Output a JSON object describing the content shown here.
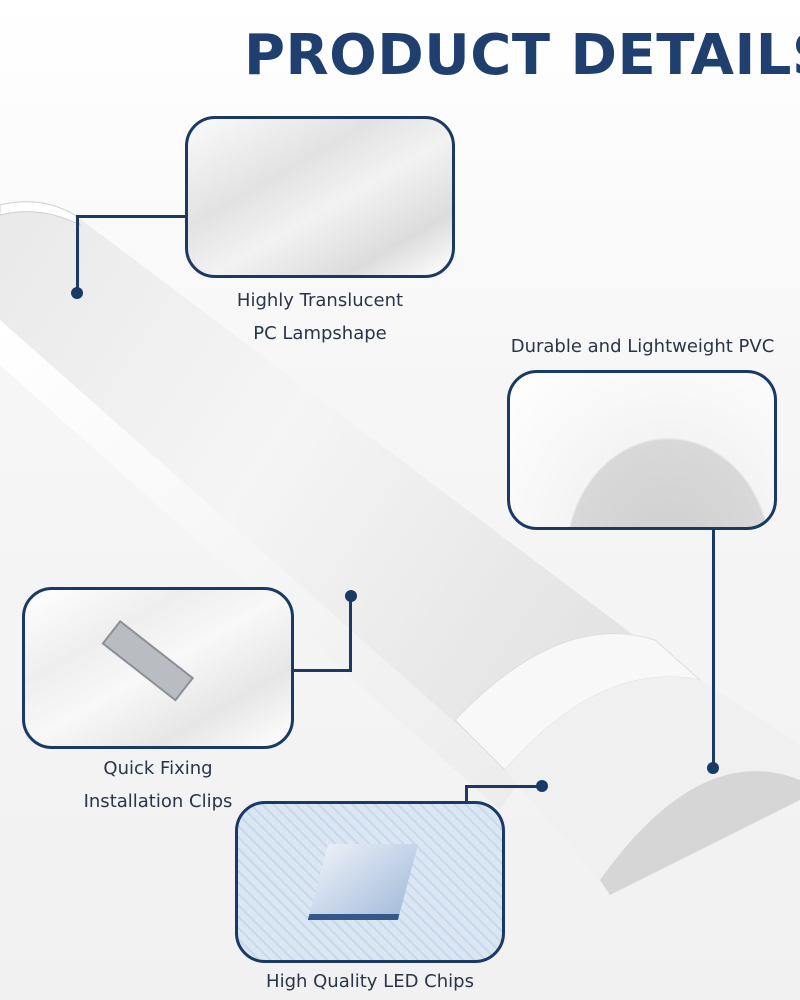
{
  "title": "PRODUCT DETAILS",
  "colors": {
    "title": "#1f3f6e",
    "callout_border": "#1a3a66",
    "caption": "#2a3547",
    "background": "#f4f4f4"
  },
  "callouts": [
    {
      "id": "lampshade",
      "caption_line1": "Highly Translucent",
      "caption_line2": "PC Lampshape"
    },
    {
      "id": "pvc",
      "caption_line1": "Durable and Lightweight PVC"
    },
    {
      "id": "clips",
      "caption_line1": "Quick Fixing",
      "caption_line2": "Installation Clips"
    },
    {
      "id": "led",
      "caption_line1": "High Quality LED Chips"
    }
  ]
}
